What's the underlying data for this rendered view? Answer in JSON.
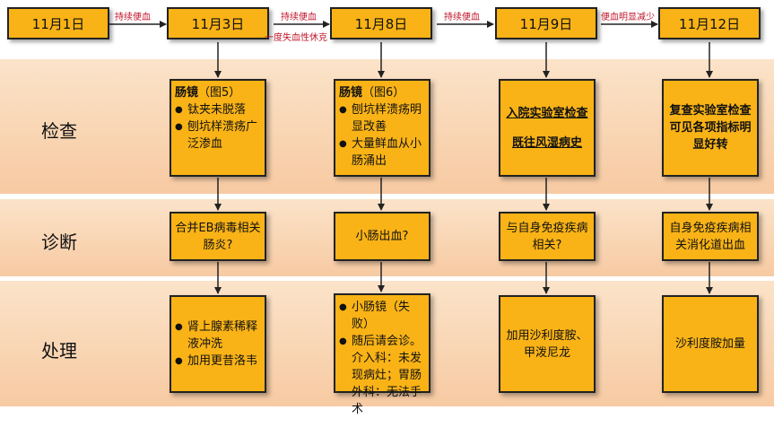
{
  "rows": {
    "exam": "检查",
    "diagnosis": "诊断",
    "treatment": "处理"
  },
  "dates": [
    "11月1日",
    "11月3日",
    "11月8日",
    "11月9日",
    "11月12日"
  ],
  "edge_labels": {
    "d1_d3": "持续便血",
    "d3_d8_top": "持续便血",
    "d3_d8_bottom": "一度失血性休克",
    "d8_d9": "持续便血",
    "d9_d12": "便血明显减少"
  },
  "exam": {
    "c1": {
      "title": "肠镜",
      "title_note": "（图5）",
      "items": [
        "钛夹未脱落",
        "刨坑样溃疡广泛渗血"
      ]
    },
    "c2": {
      "title": "肠镜",
      "title_note": "（图6）",
      "items": [
        "刨坑样溃疡明显改善",
        "大量鲜血从小肠涌出"
      ]
    },
    "c3": {
      "line1": "入院实验室检查",
      "line2": "既往风湿病史"
    },
    "c4": {
      "text": "复查实验室检查可见各项指标明显好转"
    }
  },
  "diagnosis": {
    "c1": "合并EB病毒相关肠炎?",
    "c2": "小肠出血?",
    "c3": "与自身免疫疾病相关?",
    "c4": "自身免疫疾病相关消化道出血"
  },
  "treatment": {
    "c1": {
      "items": [
        "肾上腺素稀释液冲洗",
        "加用更昔洛韦"
      ]
    },
    "c2": {
      "items": [
        "小肠镜（失败）",
        "随后请会诊。介入科：未发现病灶；胃肠外科：无法手术"
      ]
    },
    "c3": "加用沙利度胺、甲泼尼龙",
    "c4": "沙利度胺加量"
  },
  "colors": {
    "card": "#f9b316",
    "band": "#f7caa2",
    "edge_label": "#c0152a"
  }
}
